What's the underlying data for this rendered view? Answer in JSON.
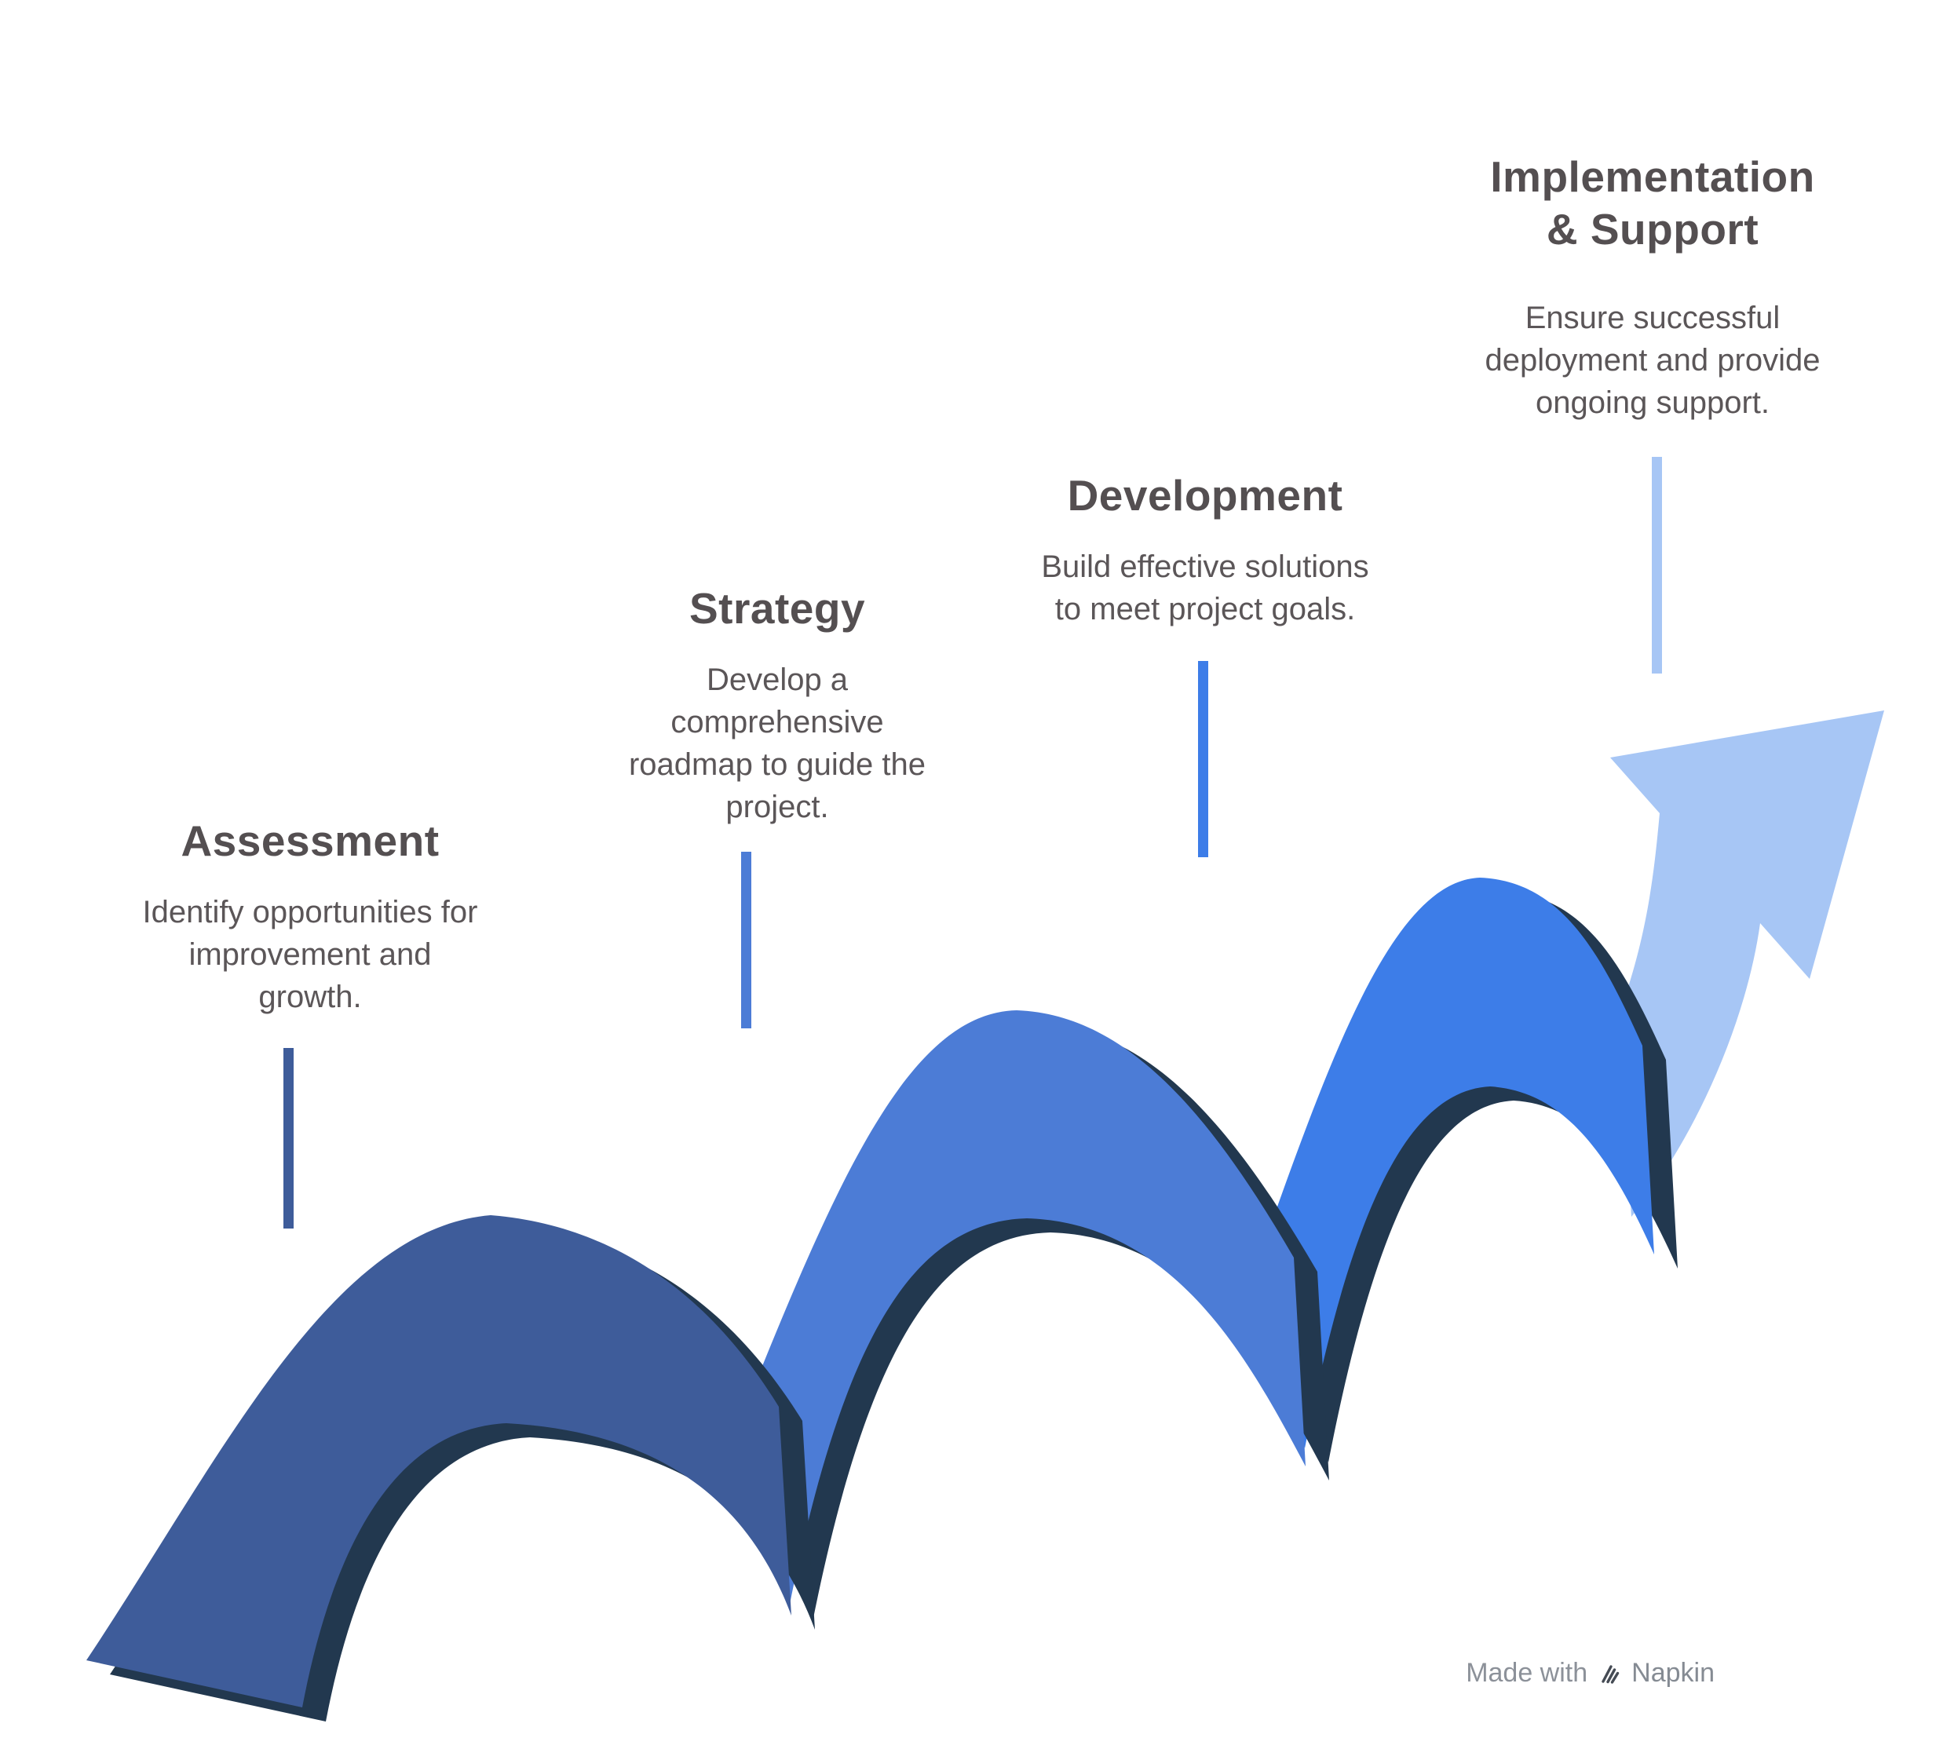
{
  "diagram": {
    "steps": [
      {
        "title_lines": [
          "Assessment"
        ],
        "desc_lines": [
          "Identify opportunities for",
          "improvement and",
          "growth."
        ],
        "color": "#3E5C9A"
      },
      {
        "title_lines": [
          "Strategy"
        ],
        "desc_lines": [
          "Develop a",
          "comprehensive",
          "roadmap to guide the",
          "project."
        ],
        "color": "#4C7CD6"
      },
      {
        "title_lines": [
          "Development"
        ],
        "desc_lines": [
          "Build effective solutions",
          "to meet project goals."
        ],
        "color": "#3D7DE8"
      },
      {
        "title_lines": [
          "Implementation",
          "& Support"
        ],
        "desc_lines": [
          "Ensure successful",
          "deployment and provide",
          "ongoing support."
        ],
        "color": "#A7C6F5"
      }
    ],
    "edge_color": "#22384F",
    "title_color": "#544F51",
    "desc_color": "#5B5658"
  },
  "footer": {
    "made_with": "Made with",
    "brand": "Napkin"
  }
}
